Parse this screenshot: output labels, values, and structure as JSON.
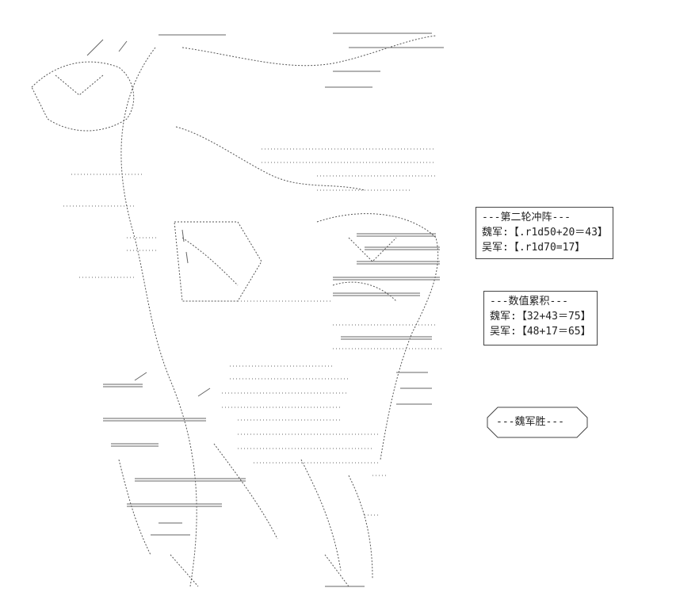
{
  "round_box": {
    "title": "---第二轮冲阵---",
    "wei_line": "魏军:【.r1d50+20＝43】",
    "wu_line": "吴军:【.r1d70=17】"
  },
  "tally_box": {
    "title": "---数值累积---",
    "wei_line": "魏军:【32+43＝75】",
    "wu_line": "吴军:【48+17＝65】"
  },
  "winner_box": {
    "text": "---魏军胜---"
  }
}
